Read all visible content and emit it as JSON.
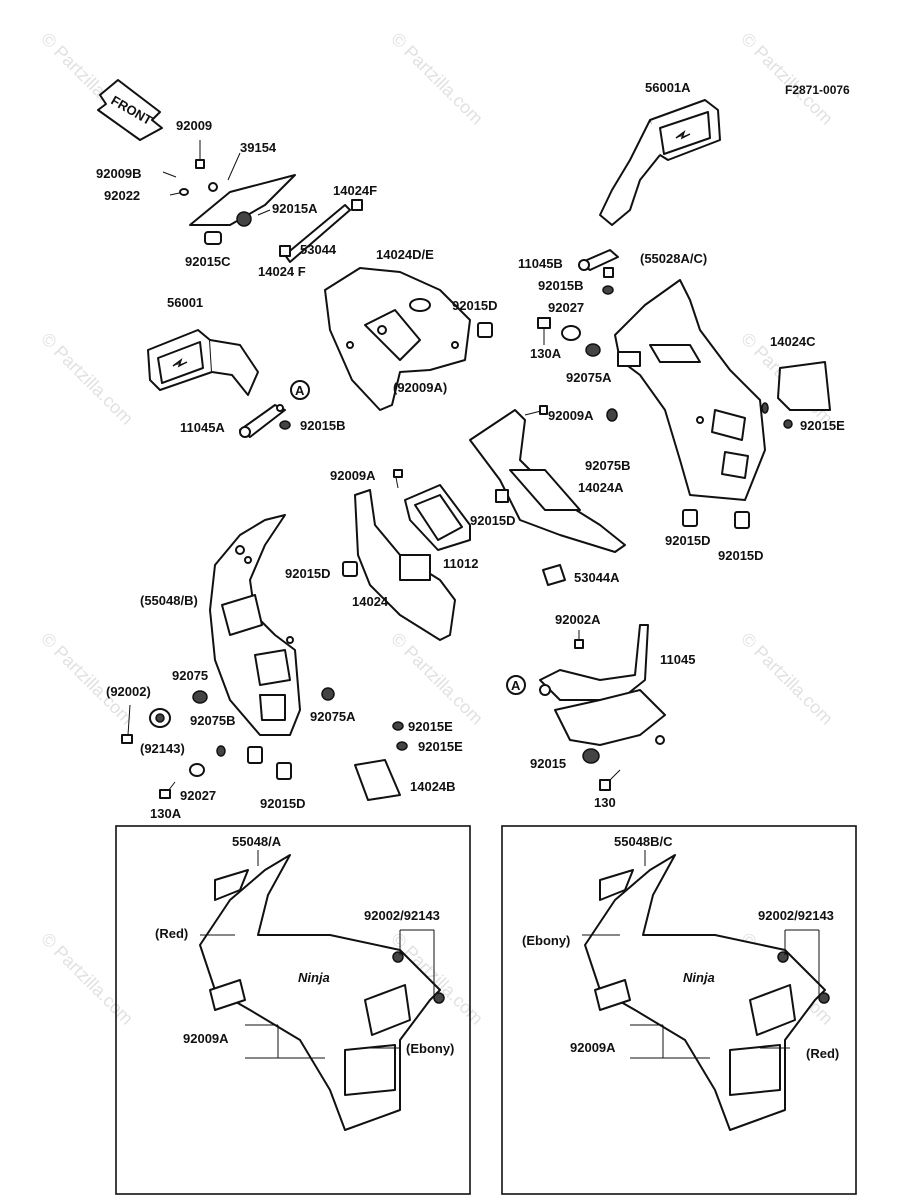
{
  "ref_code": "F2871-0076",
  "front_arrow": "FRONT",
  "watermark": "© Partzilla.com",
  "labels": {
    "p92009": "92009",
    "p39154": "39154",
    "p92009B": "92009B",
    "p92022": "92022",
    "p92015A": "92015A",
    "p14024F_top": "14024F",
    "p53044": "53044",
    "p14024F_bot": "14024 F",
    "p92015C": "92015C",
    "p56001A": "56001A",
    "p11045B": "11045B",
    "p55028AC": "(55028A/C)",
    "p92015B_r": "92015B",
    "p92027_r": "92027",
    "p130A_r": "130A",
    "p92075A_r": "92075A",
    "p14024C": "14024C",
    "p92015E_r": "92015E",
    "p14024DE": "14024D/E",
    "p92015D_a": "92015D",
    "p92009A_par": "(92009A)",
    "p56001": "56001",
    "p11045A": "11045A",
    "p92015B_l": "92015B",
    "p92009A_m": "92009A",
    "p92075B_r": "92075B",
    "p14024A": "14024A",
    "p92009A_c": "92009A",
    "p92015D_b": "92015D",
    "p92015D_c": "92015D",
    "p92015D_d": "92015D",
    "p11012": "11012",
    "p92015D_e": "92015D",
    "p53044A": "53044A",
    "p14024": "14024",
    "p55048B": "(55048/B)",
    "p92002A": "92002A",
    "p11045": "11045",
    "p92075": "92075",
    "p92002_par": "(92002)",
    "p92143_par": "(92143)",
    "p92075B_l": "92075B",
    "p92075A_l": "92075A",
    "p92015E_a": "92015E",
    "p92015E_b": "92015E",
    "p14024B": "14024B",
    "p92015": "92015",
    "p130": "130",
    "p92027_l": "92027",
    "p130A_l": "130A",
    "p92015D_f": "92015D",
    "circle_a": "A"
  },
  "inset_left": {
    "part": "55048/A",
    "color_main": "(Red)",
    "fastener": "92002/92143",
    "clip": "92009A",
    "color_lower": "(Ebony)",
    "logo": "Ninja"
  },
  "inset_right": {
    "part": "55048B/C",
    "color_main": "(Ebony)",
    "fastener": "92002/92143",
    "clip": "92009A",
    "color_lower": "(Red)",
    "logo": "Ninja"
  }
}
